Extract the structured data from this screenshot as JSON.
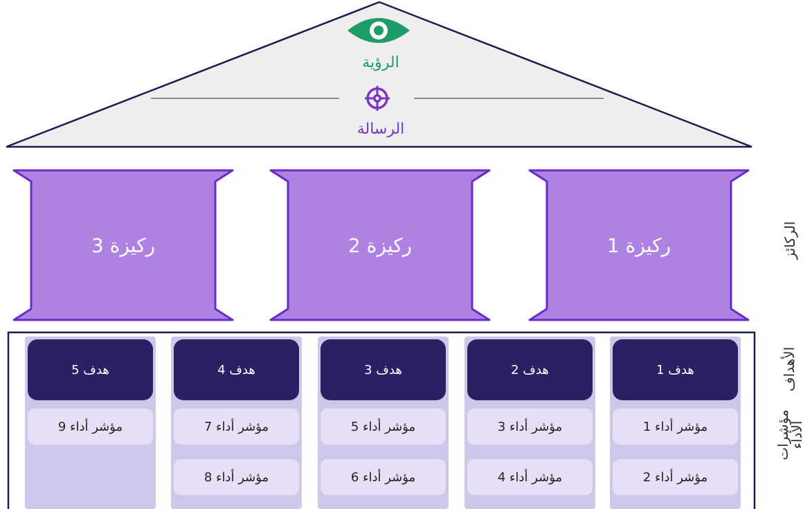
{
  "roof": {
    "vision_label": "الرؤية",
    "mission_label": "الرسالة"
  },
  "side_labels": {
    "pillars": "الركائز",
    "goals": "الأهداف",
    "kpis": "مؤشرات الأداء"
  },
  "pillars": [
    {
      "label": "ركيزة 1"
    },
    {
      "label": "ركيزة 2"
    },
    {
      "label": "ركيزة 3"
    }
  ],
  "goals": [
    {
      "label": "هدف 1",
      "kpis": [
        "مؤشر أداء 1",
        "مؤشر أداء 2"
      ]
    },
    {
      "label": "هدف 2",
      "kpis": [
        "مؤشر أداء 3",
        "مؤشر أداء 4"
      ]
    },
    {
      "label": "هدف 3",
      "kpis": [
        "مؤشر أداء 5",
        "مؤشر أداء 6"
      ]
    },
    {
      "label": "هدف 4",
      "kpis": [
        "مؤشر أداء 7",
        "مؤشر أداء 8"
      ]
    },
    {
      "label": "هدف 5",
      "kpis": [
        "مؤشر أداء 9"
      ]
    }
  ],
  "colors": {
    "vision_green": "#1e9c68",
    "mission_purple": "#7a35c4",
    "pillar_fill": "#ad82e0",
    "pillar_border": "#6a2ac8",
    "goal_navy": "#2d1f63",
    "kpi_column": "#cdc8ea",
    "kpi_cell": "#e6dff5",
    "roof_fill": "#eeeeee"
  },
  "icons": {
    "vision": "eye-icon",
    "mission": "target-icon"
  }
}
